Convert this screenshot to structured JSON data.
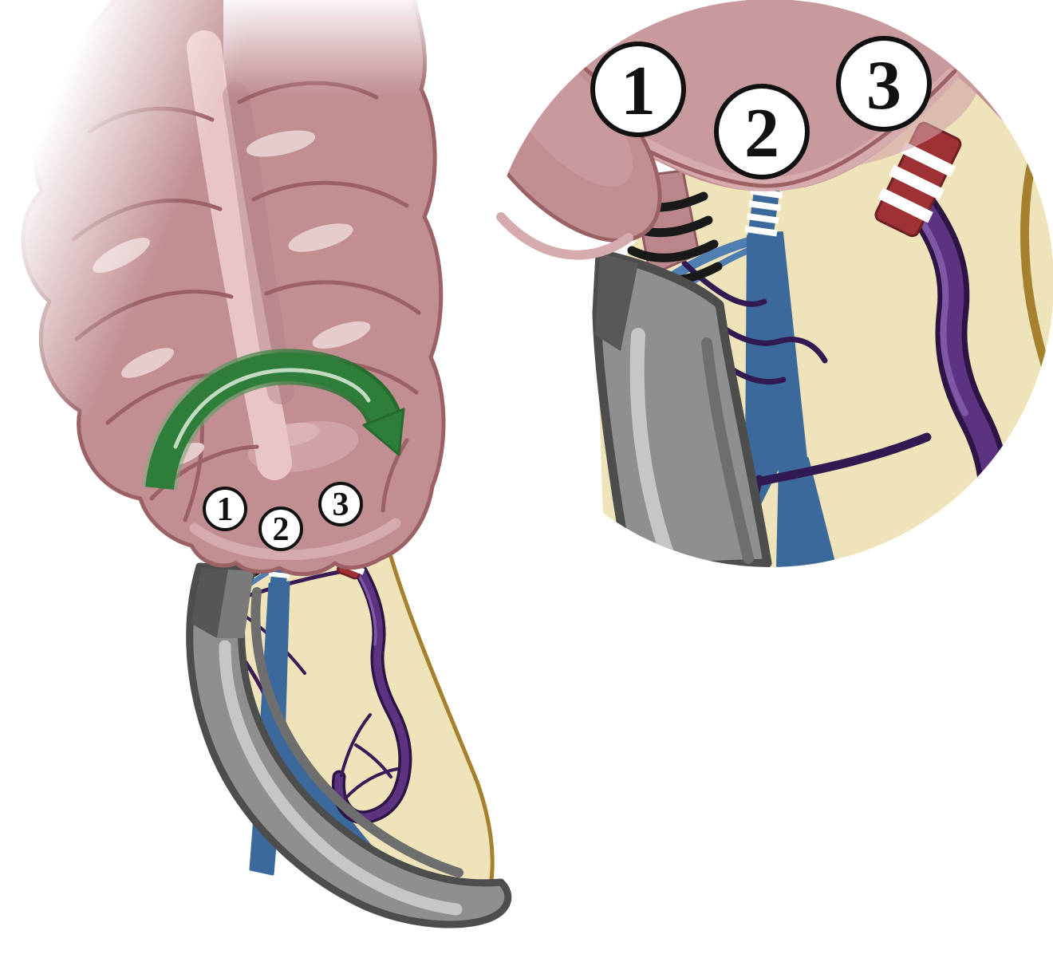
{
  "figure": {
    "type": "surgical-anatomy-illustration",
    "panels_count": 2
  },
  "panels": {
    "main": {
      "markers": [
        "1",
        "2",
        "3"
      ]
    },
    "inset": {
      "markers": [
        "1",
        "2",
        "3"
      ]
    }
  },
  "colors": {
    "background": "#ffffff",
    "bowel": "#c18e92",
    "bowel_outline": "#9b6165",
    "bowel_sheen": "#cfa2a5",
    "bowel_highlight": "#e7cccd",
    "bowel_channel": "#e8c5c6",
    "bowel_rim": "#d6abad",
    "mesentery": "#efe3ba",
    "mesentery_edge_brown": "#a5802f",
    "gray_segment": "#8f8f8f",
    "gray_segment_dark": "#4d4d4d",
    "gray_segment_light": "#c6c6c6",
    "vein_blue": "#3c699b",
    "vein_blue_thin": "#4e7fb0",
    "vessel_purple": "#5c3380",
    "vessel_purple_dark": "#2c1544",
    "vessel_purple_highlight": "#7f58a5",
    "vessel_purple_thin": "#311a52",
    "artery_red": "#9e3134",
    "artery_red_dark": "#6c1f24",
    "ligature_black": "#191919",
    "stump_pink": "#b9868b",
    "stump_pink_dark": "#8f5b60",
    "arrow_green": "#2f7d3a",
    "arrow_green_dark": "#256b2e",
    "arrow_green_light": "#a9cfa2",
    "marker_fill": "#ffffff",
    "marker_stroke": "#111111"
  }
}
